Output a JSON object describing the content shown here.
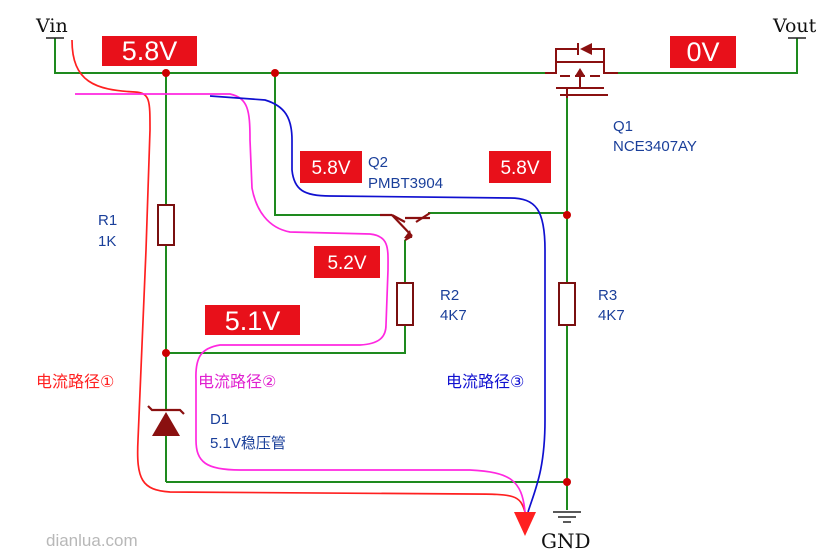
{
  "terminals": {
    "vin": "Vin",
    "vout": "Vout",
    "gnd": "GND"
  },
  "voltage_tags": {
    "vin_rail": "5.8V",
    "vout_rail": "0V",
    "q2_collector": "5.8V",
    "q1_gate": "5.8V",
    "q2_emitter": "5.2V",
    "zener_node": "5.1V"
  },
  "components": {
    "q1": {
      "ref": "Q1",
      "part": "NCE3407AY"
    },
    "q2": {
      "ref": "Q2",
      "part": "PMBT3904"
    },
    "r1": {
      "ref": "R1",
      "value": "1K"
    },
    "r2": {
      "ref": "R2",
      "value": "4K7"
    },
    "r3": {
      "ref": "R3",
      "value": "4K7"
    },
    "d1": {
      "ref": "D1",
      "value": "5.1V稳压管"
    }
  },
  "current_paths": {
    "path1": "电流路径①",
    "path2": "电流路径②",
    "path3": "电流路径③"
  },
  "watermark": "dianlua.com",
  "colors": {
    "wire": "#1e8a1e",
    "junction": "#cc0000",
    "tag_bg": "#e8101a",
    "tag_text": "#ffffff",
    "component": "#a01010",
    "label_blue": "#1a3f9a",
    "path1": "#ff2020",
    "path2": "#ff28e0",
    "path3": "#1010d0"
  }
}
